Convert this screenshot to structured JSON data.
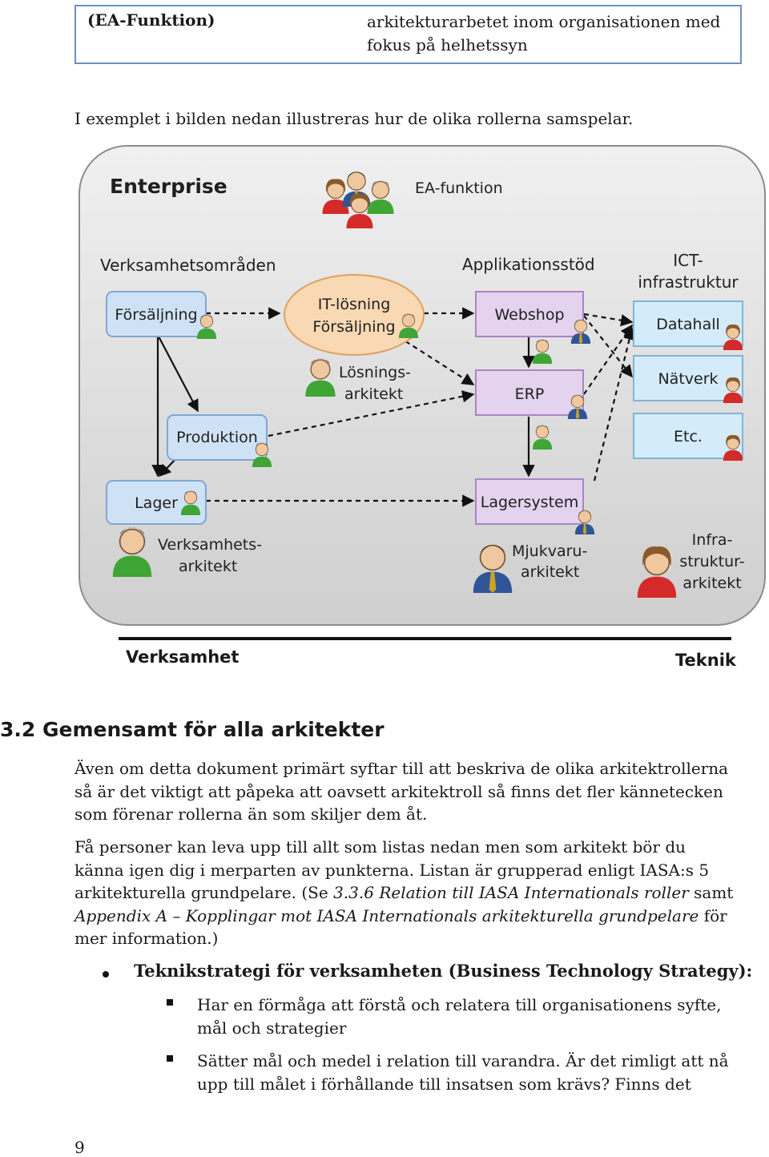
{
  "table_row": {
    "left": "(EA-Funktion)",
    "right": "arkitekturarbetet inom organisationen med fokus på helhetssyn"
  },
  "intro": "I exemplet i bilden nedan illustreras hur de olika rollerna samspelar.",
  "diagram": {
    "enterprise": "Enterprise",
    "ea_funktion": "EA-funktion",
    "verksamhetsomraden": "Verksamhetsområden",
    "applikationsstod": "Applikationsstöd",
    "ict_line1": "ICT-",
    "ict_line2": "infrastruktur",
    "forsaljning": "Försäljning",
    "produktion": "Produktion",
    "lager": "Lager",
    "it_losning_line1": "IT-lösning",
    "it_losning_line2": "Försäljning",
    "losnings_line1": "Lösnings-",
    "losnings_line2": "arkitekt",
    "webshop": "Webshop",
    "erp": "ERP",
    "lagersystem": "Lagersystem",
    "datahall": "Datahall",
    "natverk": "Nätverk",
    "etc": "Etc.",
    "verksamhets_line1": "Verksamhets-",
    "verksamhets_line2": "arkitekt",
    "mjukvaru_line1": "Mjukvaru-",
    "mjukvaru_line2": "arkitekt",
    "infra_line1": "Infra-",
    "infra_line2": "struktur-",
    "infra_line3": "arkitekt",
    "axis_left": "Verksamhet",
    "axis_right": "Teknik",
    "colors": {
      "business_box": "#cfe2f5",
      "app_box": "#e3d3ee",
      "infra_box": "#d4ecfa",
      "it_ellipse": "#f9d9b3",
      "panel": "#d9d9d9"
    }
  },
  "section": {
    "title": "3.2  Gemensamt för alla arkitekter",
    "para1": "Även om detta dokument primärt syftar till att beskriva de olika arkitektrollerna så är det viktigt att påpeka att oavsett arkitektroll så finns det fler kännetecken som förenar rollerna än som skiljer dem åt.",
    "para2_a": "Få personer kan leva upp till allt som listas nedan men som arkitekt bör du känna igen dig i merparten av punkterna. Listan är grupperad enligt IASA:s 5 arkitekturella grundpelare. (Se ",
    "para2_ref1": "3.3.6 Relation till IASA Internationals roller",
    "para2_b": " samt ",
    "para2_ref2": "Appendix A – Kopplingar mot IASA Internationals arkitekturella grundpelare",
    "para2_c": " för mer information.)",
    "bullet": "Teknikstrategi för verksamheten (Business Technology Strategy):",
    "sub1": "Har en förmåga att förstå och relatera till organisationens syfte, mål och strategier",
    "sub2": "Sätter mål och medel i relation till varandra. Är det rimligt att nå upp till målet i förhållande till insatsen som krävs? Finns det"
  },
  "page_number": "9"
}
